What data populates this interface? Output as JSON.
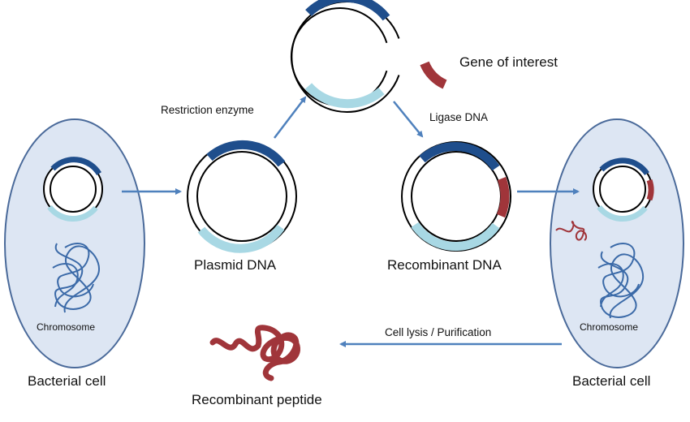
{
  "labels": {
    "restriction_enzyme": "Restriction enzyme",
    "gene_of_interest": "Gene of interest",
    "ligase_dna": "Ligase DNA",
    "plasmid_dna": "Plasmid DNA",
    "recombinant_dna": "Recombinant DNA",
    "chromosome_left": "Chromosome",
    "chromosome_right": "Chromosome",
    "bacterial_cell_left": "Bacterial cell",
    "bacterial_cell_right": "Bacterial cell",
    "cell_lysis": "Cell lysis / Purification",
    "recombinant_peptide": "Recombinant peptide"
  },
  "colors": {
    "cell_fill": "#dde6f3",
    "cell_stroke": "#4a6a9a",
    "dark_blue": "#1f4e8c",
    "light_blue": "#a8d8e4",
    "gene_red": "#a0353a",
    "arrow": "#4f81bd",
    "chromosome": "#3b6aa8"
  }
}
